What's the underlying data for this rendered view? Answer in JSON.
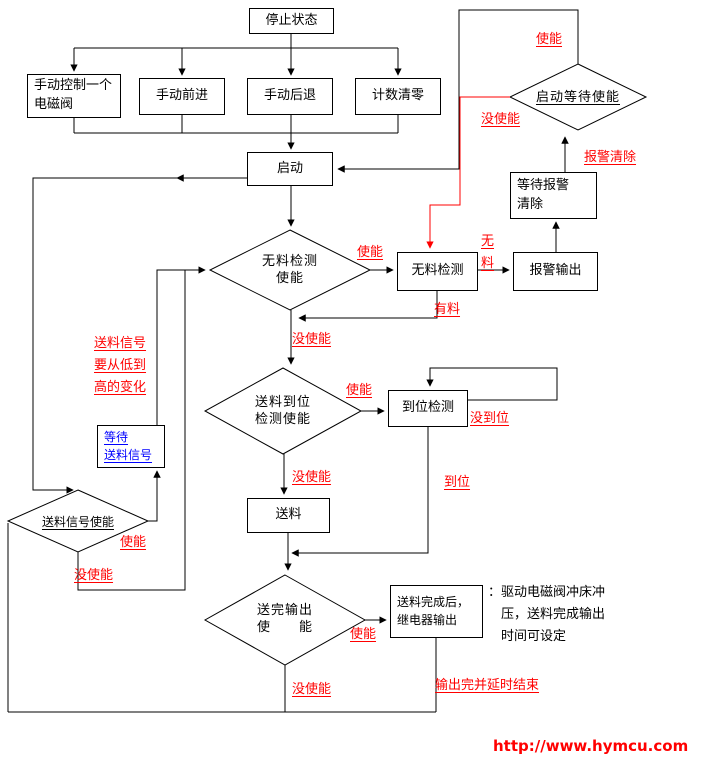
{
  "flowchart": {
    "boxes": {
      "stop_state": "停止状态",
      "manual_valve_1": "手动控制一个",
      "manual_valve_2": "电磁阀",
      "manual_forward": "手动前进",
      "manual_backward": "手动后退",
      "counter_clear": "计数清零",
      "start": "启动",
      "wait_alarm_1": "等待报警",
      "wait_alarm_2": "清除",
      "alarm_output": "报警输出",
      "no_material_detect": "无料检测",
      "inplace_detect": "到位检测",
      "wait_feed_1": "等待",
      "wait_feed_2": "送料信号",
      "feed": "送料",
      "feed_done_1": "送料完成后，",
      "feed_done_2": "继电器输出"
    },
    "diamonds": {
      "start_wait_enable": "启动等待使能",
      "no_material_enable_1": "无料检测",
      "no_material_enable_2": "使能",
      "inplace_enable_1": "送料到位",
      "inplace_enable_2": "检测使能",
      "feed_signal_enable": "送料信号使能",
      "output_enable_1": "送完输出",
      "output_enable_2": "使　　能"
    },
    "labels": {
      "enable_start": "使能",
      "not_enable_start": "没使能",
      "alarm_clear": "报警清除",
      "enable_nomat": "使能",
      "no_mat_char1": "无",
      "no_mat_char2": "料",
      "has_material": "有料",
      "not_enable_nomat": "没使能",
      "enable_inplace": "使能",
      "not_inplace": "没到位",
      "inplace": "到位",
      "not_enable_inplace": "没使能",
      "signal_note_1": "送料信号",
      "signal_note_2": "要从低到",
      "signal_note_3": "高的变化",
      "enable_signal": "使能",
      "not_enable_signal": "没使能",
      "enable_output": "使能",
      "not_enable_output": "没使能",
      "output_done_delay": "输出完并延时结束",
      "note_1": "：驱动电磁阀冲床冲",
      "note_2": "压，送料完成输出",
      "note_3": "时间可设定",
      "website": "http://www.hymcu.com"
    },
    "colors": {
      "line_black": "#000000",
      "highlight_red": "#ff0000",
      "wait_blue": "#0000ff"
    }
  }
}
